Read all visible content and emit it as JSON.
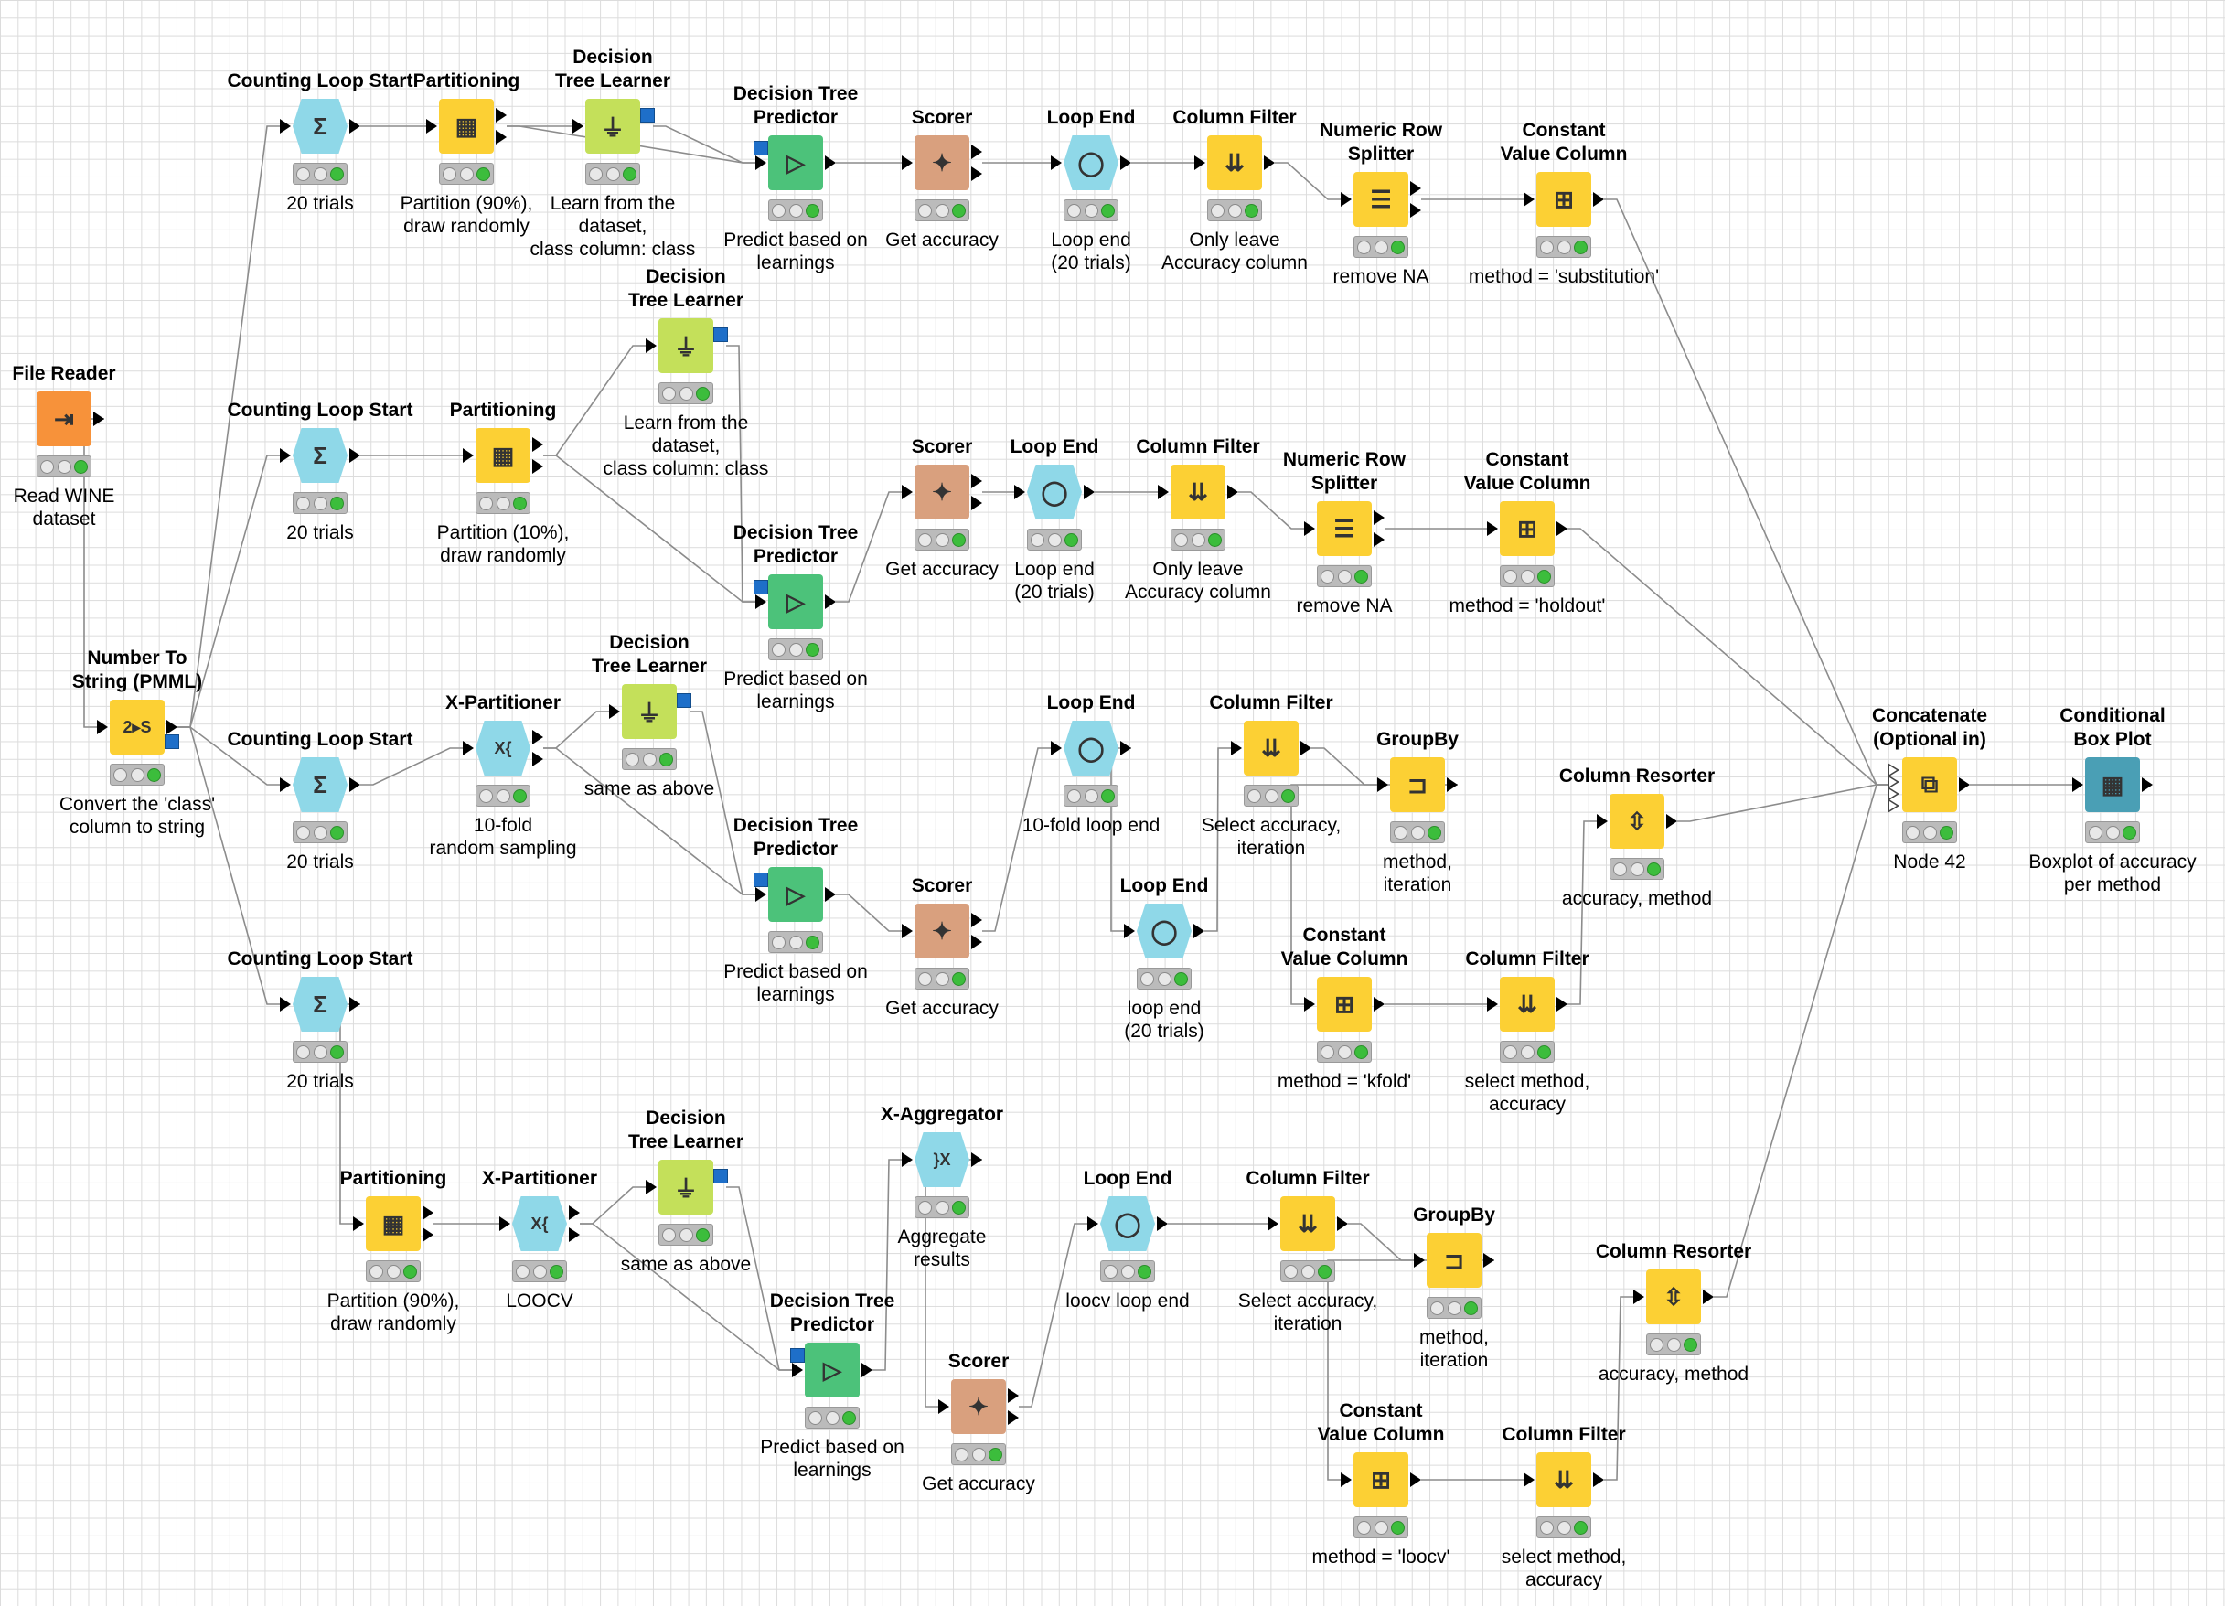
{
  "workflow": {
    "nodes": [
      {
        "id": "file_reader",
        "title": "File Reader",
        "caption": "Read WINE\ndataset",
        "color": "#f7923a",
        "glyph": "⇥",
        "icon": "file-reader-icon",
        "ins": 0,
        "outs": 1
      },
      {
        "id": "num_to_str",
        "title": "Number To\nString (PMML)",
        "caption": "Convert the 'class'\ncolumn to string",
        "color": "#fcd034",
        "glyph": "2▸S",
        "icon": "number-to-string-icon",
        "ins": 1,
        "outs": 1,
        "blue_out": true
      },
      {
        "id": "cls1",
        "title": "Counting Loop Start",
        "caption": "20 trials",
        "color": "#8fd8e8",
        "glyph": "Σ",
        "icon": "loop-start-icon",
        "shape": "hex",
        "ins": 1,
        "outs": 1
      },
      {
        "id": "part1",
        "title": "Partitioning",
        "caption": "Partition (90%),\ndraw randomly",
        "color": "#fcd034",
        "glyph": "▦",
        "icon": "partitioning-icon",
        "ins": 1,
        "outs": 2
      },
      {
        "id": "dtl1",
        "title": "Decision\nTree Learner",
        "caption": "Learn from the\ndataset,\nclass column: class",
        "color": "#c4e05a",
        "glyph": "⏚",
        "icon": "decision-tree-learner-icon",
        "ins": 1,
        "outs": 0,
        "blue_out": true
      },
      {
        "id": "dtp1",
        "title": "Decision Tree\nPredictor",
        "caption": "Predict based on\nlearnings",
        "color": "#4cc27a",
        "glyph": "▷",
        "icon": "decision-tree-predictor-icon",
        "ins": 1,
        "outs": 1,
        "blue_in": true
      },
      {
        "id": "scorer1",
        "title": "Scorer",
        "caption": "Get accuracy",
        "color": "#d9a07e",
        "glyph": "✦",
        "icon": "scorer-icon",
        "ins": 1,
        "outs": 2
      },
      {
        "id": "le1",
        "title": "Loop End",
        "caption": "Loop end\n(20 trials)",
        "color": "#8fd8e8",
        "glyph": "◯",
        "icon": "loop-end-icon",
        "shape": "hex",
        "ins": 1,
        "outs": 1
      },
      {
        "id": "cf1",
        "title": "Column Filter",
        "caption": "Only leave\nAccuracy column",
        "color": "#fcd034",
        "glyph": "⇊",
        "icon": "column-filter-icon",
        "ins": 1,
        "outs": 1
      },
      {
        "id": "nrs1",
        "title": "Numeric Row\nSplitter",
        "caption": "remove NA",
        "color": "#fcd034",
        "glyph": "☰",
        "icon": "row-splitter-icon",
        "ins": 1,
        "outs": 2
      },
      {
        "id": "cvc1",
        "title": "Constant\nValue Column",
        "caption": "method = 'substitution'",
        "color": "#fcd034",
        "glyph": "⊞",
        "icon": "constant-value-column-icon",
        "ins": 1,
        "outs": 1
      },
      {
        "id": "cls2",
        "title": "Counting Loop Start",
        "caption": "20 trials",
        "color": "#8fd8e8",
        "glyph": "Σ",
        "icon": "loop-start-icon",
        "shape": "hex",
        "ins": 1,
        "outs": 1
      },
      {
        "id": "part2",
        "title": "Partitioning",
        "caption": "Partition (10%),\ndraw randomly",
        "color": "#fcd034",
        "glyph": "▦",
        "icon": "partitioning-icon",
        "ins": 1,
        "outs": 2
      },
      {
        "id": "dtl2",
        "title": "Decision\nTree Learner",
        "caption": "Learn from the\ndataset,\nclass column: class",
        "color": "#c4e05a",
        "glyph": "⏚",
        "icon": "decision-tree-learner-icon",
        "ins": 1,
        "outs": 0,
        "blue_out": true
      },
      {
        "id": "dtp2",
        "title": "Decision Tree\nPredictor",
        "caption": "Predict based on\nlearnings",
        "color": "#4cc27a",
        "glyph": "▷",
        "icon": "decision-tree-predictor-icon",
        "ins": 1,
        "outs": 1,
        "blue_in": true
      },
      {
        "id": "scorer2",
        "title": "Scorer",
        "caption": "Get accuracy",
        "color": "#d9a07e",
        "glyph": "✦",
        "icon": "scorer-icon",
        "ins": 1,
        "outs": 2
      },
      {
        "id": "le2",
        "title": "Loop End",
        "caption": "Loop end\n(20 trials)",
        "color": "#8fd8e8",
        "glyph": "◯",
        "icon": "loop-end-icon",
        "shape": "hex",
        "ins": 1,
        "outs": 1
      },
      {
        "id": "cf2",
        "title": "Column Filter",
        "caption": "Only leave\nAccuracy column",
        "color": "#fcd034",
        "glyph": "⇊",
        "icon": "column-filter-icon",
        "ins": 1,
        "outs": 1
      },
      {
        "id": "nrs2",
        "title": "Numeric Row\nSplitter",
        "caption": "remove NA",
        "color": "#fcd034",
        "glyph": "☰",
        "icon": "row-splitter-icon",
        "ins": 1,
        "outs": 2
      },
      {
        "id": "cvc2",
        "title": "Constant\nValue Column",
        "caption": "method = 'holdout'",
        "color": "#fcd034",
        "glyph": "⊞",
        "icon": "constant-value-column-icon",
        "ins": 1,
        "outs": 1
      },
      {
        "id": "cls3",
        "title": "Counting Loop Start",
        "caption": "20 trials",
        "color": "#8fd8e8",
        "glyph": "Σ",
        "icon": "loop-start-icon",
        "shape": "hex",
        "ins": 1,
        "outs": 1
      },
      {
        "id": "xp3",
        "title": "X-Partitioner",
        "caption": "10-fold\nrandom sampling",
        "color": "#8fd8e8",
        "glyph": "X{",
        "icon": "x-partitioner-icon",
        "shape": "hex",
        "ins": 1,
        "outs": 2
      },
      {
        "id": "dtl3",
        "title": "Decision\nTree Learner",
        "caption": "same as above",
        "color": "#c4e05a",
        "glyph": "⏚",
        "icon": "decision-tree-learner-icon",
        "ins": 1,
        "outs": 0,
        "blue_out": true
      },
      {
        "id": "dtp3",
        "title": "Decision Tree\nPredictor",
        "caption": "Predict based on\nlearnings",
        "color": "#4cc27a",
        "glyph": "▷",
        "icon": "decision-tree-predictor-icon",
        "ins": 1,
        "outs": 1,
        "blue_in": true
      },
      {
        "id": "scorer3",
        "title": "Scorer",
        "caption": "Get accuracy",
        "color": "#d9a07e",
        "glyph": "✦",
        "icon": "scorer-icon",
        "ins": 1,
        "outs": 2
      },
      {
        "id": "le3a",
        "title": "Loop End",
        "caption": "10-fold loop end",
        "color": "#8fd8e8",
        "glyph": "◯",
        "icon": "loop-end-icon",
        "shape": "hex",
        "ins": 1,
        "outs": 1
      },
      {
        "id": "le3b",
        "title": "Loop End",
        "caption": "loop end\n(20 trials)",
        "color": "#8fd8e8",
        "glyph": "◯",
        "icon": "loop-end-icon",
        "shape": "hex",
        "ins": 1,
        "outs": 1
      },
      {
        "id": "cf3a",
        "title": "Column Filter",
        "caption": "Select accuracy,\niteration",
        "color": "#fcd034",
        "glyph": "⇊",
        "icon": "column-filter-icon",
        "ins": 1,
        "outs": 1
      },
      {
        "id": "gb3",
        "title": "GroupBy",
        "caption": "method,\niteration",
        "color": "#fcd034",
        "glyph": "⊐",
        "icon": "groupby-icon",
        "ins": 1,
        "outs": 1
      },
      {
        "id": "cvc3",
        "title": "Constant\nValue Column",
        "caption": "method = 'kfold'",
        "color": "#fcd034",
        "glyph": "⊞",
        "icon": "constant-value-column-icon",
        "ins": 1,
        "outs": 1
      },
      {
        "id": "cf3b",
        "title": "Column Filter",
        "caption": "select method,\naccuracy",
        "color": "#fcd034",
        "glyph": "⇊",
        "icon": "column-filter-icon",
        "ins": 1,
        "outs": 1
      },
      {
        "id": "cr3",
        "title": "Column Resorter",
        "caption": "accuracy, method",
        "color": "#fcd034",
        "glyph": "⇳",
        "icon": "column-resorter-icon",
        "ins": 1,
        "outs": 1
      },
      {
        "id": "cls4",
        "title": "Counting Loop Start",
        "caption": "20 trials",
        "color": "#8fd8e8",
        "glyph": "Σ",
        "icon": "loop-start-icon",
        "shape": "hex",
        "ins": 1,
        "outs": 1
      },
      {
        "id": "part4",
        "title": "Partitioning",
        "caption": "Partition (90%),\ndraw randomly",
        "color": "#fcd034",
        "glyph": "▦",
        "icon": "partitioning-icon",
        "ins": 1,
        "outs": 2
      },
      {
        "id": "xp4",
        "title": "X-Partitioner",
        "caption": "LOOCV",
        "color": "#8fd8e8",
        "glyph": "X{",
        "icon": "x-partitioner-icon",
        "shape": "hex",
        "ins": 1,
        "outs": 2
      },
      {
        "id": "dtl4",
        "title": "Decision\nTree Learner",
        "caption": "same as above",
        "color": "#c4e05a",
        "glyph": "⏚",
        "icon": "decision-tree-learner-icon",
        "ins": 1,
        "outs": 0,
        "blue_out": true
      },
      {
        "id": "dtp4",
        "title": "Decision Tree\nPredictor",
        "caption": "Predict based on\nlearnings",
        "color": "#4cc27a",
        "glyph": "▷",
        "icon": "decision-tree-predictor-icon",
        "ins": 1,
        "outs": 1,
        "blue_in": true
      },
      {
        "id": "xagg4",
        "title": "X-Aggregator",
        "caption": "Aggregate\nresults",
        "color": "#8fd8e8",
        "glyph": "}X",
        "icon": "x-aggregator-icon",
        "shape": "hex",
        "ins": 1,
        "outs": 1
      },
      {
        "id": "scorer4",
        "title": "Scorer",
        "caption": "Get accuracy",
        "color": "#d9a07e",
        "glyph": "✦",
        "icon": "scorer-icon",
        "ins": 1,
        "outs": 2
      },
      {
        "id": "le4",
        "title": "Loop End",
        "caption": "loocv loop end",
        "color": "#8fd8e8",
        "glyph": "◯",
        "icon": "loop-end-icon",
        "shape": "hex",
        "ins": 1,
        "outs": 1
      },
      {
        "id": "cf4a",
        "title": "Column Filter",
        "caption": "Select accuracy,\niteration",
        "color": "#fcd034",
        "glyph": "⇊",
        "icon": "column-filter-icon",
        "ins": 1,
        "outs": 1
      },
      {
        "id": "gb4",
        "title": "GroupBy",
        "caption": "method,\niteration",
        "color": "#fcd034",
        "glyph": "⊐",
        "icon": "groupby-icon",
        "ins": 1,
        "outs": 1
      },
      {
        "id": "cvc4",
        "title": "Constant\nValue Column",
        "caption": "method = 'loocv'",
        "color": "#fcd034",
        "glyph": "⊞",
        "icon": "constant-value-column-icon",
        "ins": 1,
        "outs": 1
      },
      {
        "id": "cf4b",
        "title": "Column Filter",
        "caption": "select method,\naccuracy",
        "color": "#fcd034",
        "glyph": "⇊",
        "icon": "column-filter-icon",
        "ins": 1,
        "outs": 1
      },
      {
        "id": "cr4",
        "title": "Column Resorter",
        "caption": "accuracy, method",
        "color": "#fcd034",
        "glyph": "⇳",
        "icon": "column-resorter-icon",
        "ins": 1,
        "outs": 1
      },
      {
        "id": "concat",
        "title": "Concatenate\n(Optional in)",
        "caption": "Node 42",
        "color": "#fcd034",
        "glyph": "⧉",
        "icon": "concatenate-icon",
        "ins": 0,
        "hollow_ins": 4,
        "outs": 1
      },
      {
        "id": "boxplot",
        "title": "Conditional\nBox Plot",
        "caption": "Boxplot of accuracy\nper method",
        "color": "#4a9fb5",
        "glyph": "▦",
        "icon": "box-plot-icon",
        "ins": 1,
        "outs": 1
      }
    ],
    "edges": [
      [
        "file_reader",
        "num_to_str"
      ],
      [
        "num_to_str",
        "cls1"
      ],
      [
        "num_to_str",
        "cls2"
      ],
      [
        "num_to_str",
        "cls3"
      ],
      [
        "num_to_str",
        "cls4"
      ],
      [
        "cls1",
        "part1"
      ],
      [
        "part1",
        "dtl1"
      ],
      [
        "part1",
        "dtp1"
      ],
      [
        "dtl1",
        "dtp1"
      ],
      [
        "dtp1",
        "scorer1"
      ],
      [
        "scorer1",
        "le1"
      ],
      [
        "le1",
        "cf1"
      ],
      [
        "cf1",
        "nrs1"
      ],
      [
        "nrs1",
        "cvc1"
      ],
      [
        "cvc1",
        "concat"
      ],
      [
        "cls2",
        "part2"
      ],
      [
        "part2",
        "dtl2"
      ],
      [
        "part2",
        "dtp2"
      ],
      [
        "dtl2",
        "dtp2"
      ],
      [
        "dtp2",
        "scorer2"
      ],
      [
        "scorer2",
        "le2"
      ],
      [
        "le2",
        "cf2"
      ],
      [
        "cf2",
        "nrs2"
      ],
      [
        "nrs2",
        "cvc2"
      ],
      [
        "cvc2",
        "concat"
      ],
      [
        "cls3",
        "xp3"
      ],
      [
        "xp3",
        "dtl3"
      ],
      [
        "xp3",
        "dtp3"
      ],
      [
        "dtl3",
        "dtp3"
      ],
      [
        "dtp3",
        "scorer3"
      ],
      [
        "scorer3",
        "le3a"
      ],
      [
        "le3a",
        "le3b"
      ],
      [
        "le3b",
        "cf3a"
      ],
      [
        "cf3a",
        "gb3"
      ],
      [
        "gb3",
        "cvc3"
      ],
      [
        "cvc3",
        "cf3b"
      ],
      [
        "cf3b",
        "cr3"
      ],
      [
        "cr3",
        "concat"
      ],
      [
        "cls4",
        "part4"
      ],
      [
        "part4",
        "xp4"
      ],
      [
        "xp4",
        "dtl4"
      ],
      [
        "xp4",
        "dtp4"
      ],
      [
        "dtl4",
        "dtp4"
      ],
      [
        "dtp4",
        "xagg4"
      ],
      [
        "xagg4",
        "scorer4"
      ],
      [
        "scorer4",
        "le4"
      ],
      [
        "le4",
        "cf4a"
      ],
      [
        "cf4a",
        "gb4"
      ],
      [
        "gb4",
        "cvc4"
      ],
      [
        "cvc4",
        "cf4b"
      ],
      [
        "cf4b",
        "cr4"
      ],
      [
        "cr4",
        "concat"
      ],
      [
        "concat",
        "boxplot"
      ]
    ]
  }
}
